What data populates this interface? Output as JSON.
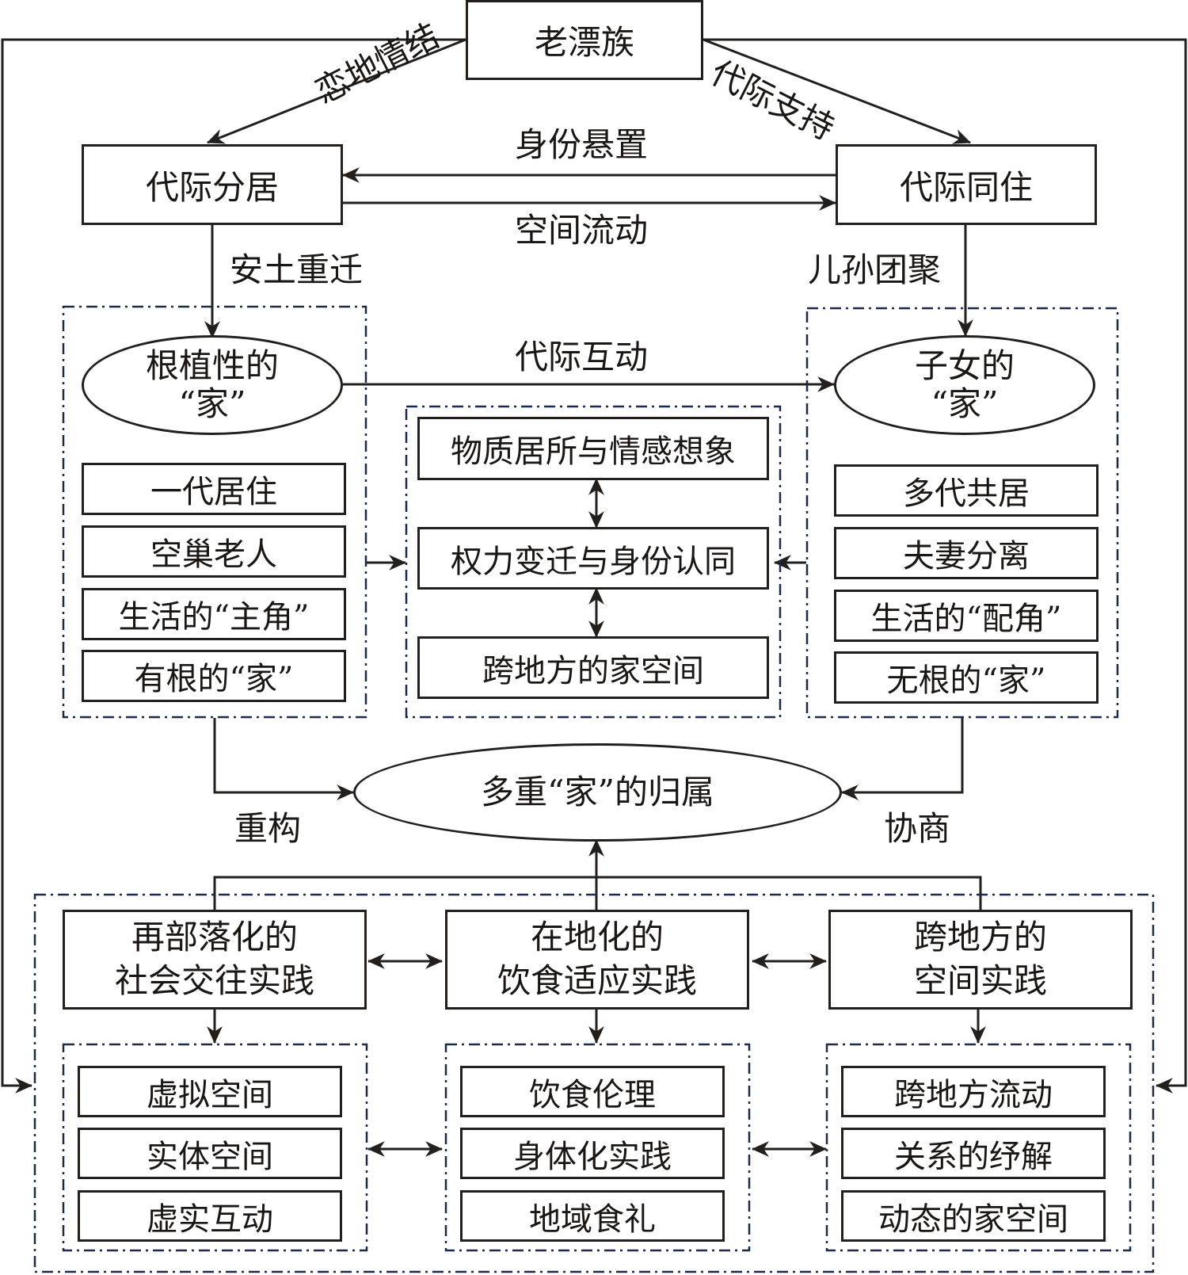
{
  "title": "老漂族",
  "edges": {
    "to_left": "恋地情结",
    "to_right": "代际支持",
    "right_to_left": "身份悬置",
    "left_to_right": "空间流动",
    "left_down": "安土重迁",
    "right_down": "儿孙团聚",
    "between_homes": "代际互动",
    "left_to_belonging": "重构",
    "right_to_belonging": "协商"
  },
  "left_branch": {
    "label": "代际分居",
    "home": {
      "line1": "根植性的",
      "line2": "“家”"
    },
    "items": [
      "一代居住",
      "空巢老人",
      "生活的“主角”",
      "有根的“家”"
    ]
  },
  "right_branch": {
    "label": "代际同住",
    "home": {
      "line1": "子女的",
      "line2": "“家”"
    },
    "items": [
      "多代共居",
      "夫妻分离",
      "生活的“配角”",
      "无根的“家”"
    ]
  },
  "center_group": {
    "items": [
      "物质居所与情感想象",
      "权力变迁与身份认同",
      "跨地方的家空间"
    ]
  },
  "belonging": "多重“家”的归属",
  "practices": [
    {
      "line1": "再部落化的",
      "line2": "社会交往实践",
      "items": [
        "虚拟空间",
        "实体空间",
        "虚实互动"
      ]
    },
    {
      "line1": "在地化的",
      "line2": "饮食适应实践",
      "items": [
        "饮食伦理",
        "身体化实践",
        "地域食礼"
      ]
    },
    {
      "line1": "跨地方的",
      "line2": "空间实践",
      "items": [
        "跨地方流动",
        "关系的纾解",
        "动态的家空间"
      ]
    }
  ],
  "colors": {
    "line": "#231f1c",
    "dash": "#1c2a45"
  }
}
